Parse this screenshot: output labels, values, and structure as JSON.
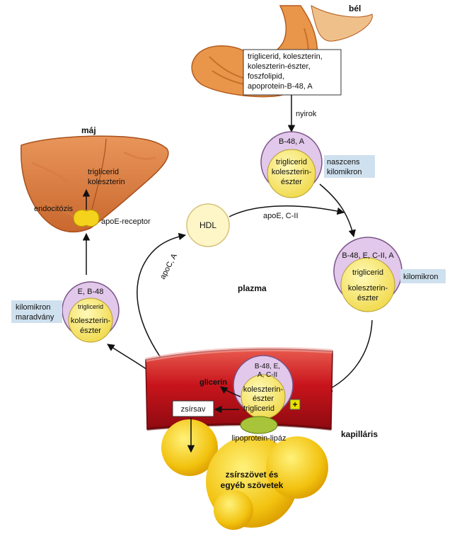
{
  "labels": {
    "bel": "bél",
    "maj": "máj",
    "plazma": "plazma",
    "kapillaris": "kapilláris",
    "nyirok": "nyirok",
    "endocitozis": "endocitózis",
    "apoe_receptor": "apoE-receptor",
    "hdl": "HDL",
    "apoe_cii": "apoE, C-II",
    "apoc_a": "apoC, A",
    "zsirsav": "zsírsav",
    "glicerin": "glicerin",
    "lipoprotein_lipaz": "lipoprotein-lipáz",
    "plus": "+",
    "zsirszovet_line1": "zsírszövet és",
    "zsirszovet_line2": "egyéb szövetek",
    "naszcens_line1": "naszcens",
    "naszcens_line2": "kilomikron",
    "kilomikron": "kilomikron",
    "maradvany_line1": "kilomikron",
    "maradvany_line2": "maradvány"
  },
  "intestine_box": {
    "lines": [
      "triglicerid, koleszterin,",
      "koleszterin-észter,",
      "foszfolipid,",
      "apoprotein-B-48, A"
    ]
  },
  "liver_text": {
    "line1": "triglicerid",
    "line2": "koleszterin"
  },
  "particles": {
    "nascent": {
      "apo": "B-48, A",
      "line1": "triglicerid",
      "line2": "koleszterin-",
      "line3": "észter"
    },
    "chylomicron": {
      "apo": "B-48, E, C-II, A",
      "line1": "triglicerid",
      "line2": "koleszterin-",
      "line3": "észter"
    },
    "remnant": {
      "apo": "E, B-48",
      "line1": "triglicerid",
      "line2": "koleszterin-",
      "line3": "észter"
    },
    "capillary": {
      "apo1": "B-48, E,",
      "apo2": "A, C-II",
      "line1": "koleszterin-",
      "line2": "észter",
      "line3": "triglicerid"
    }
  }
}
